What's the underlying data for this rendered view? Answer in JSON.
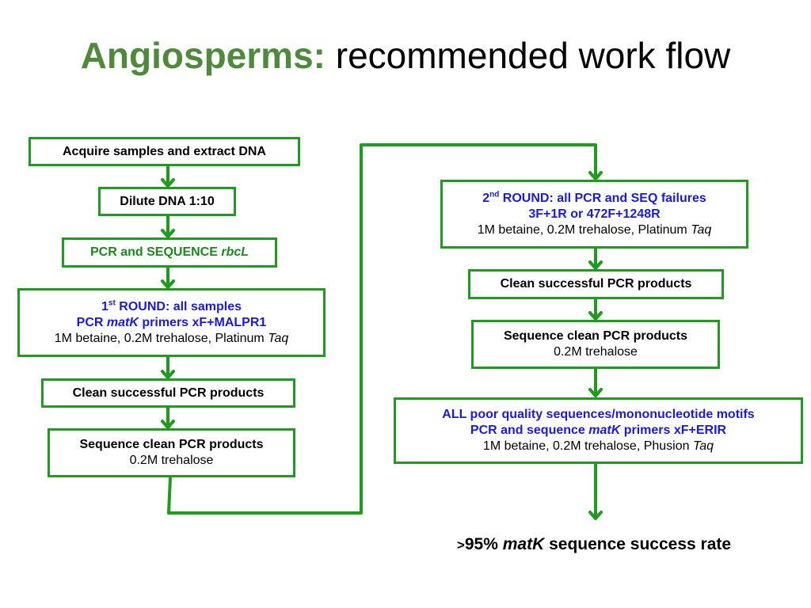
{
  "title": {
    "keyword": "Angiosperms:",
    "rest": " recommended work flow"
  },
  "colors": {
    "box_border": "#1f9c1f",
    "arrow": "#1f9c1f",
    "title_keyword": "#4f8a3c",
    "blue_text": "#1a1adc",
    "green_text": "#1a8a1a"
  },
  "left": {
    "acquire": "Acquire samples and extract DNA",
    "dilute": "Dilute DNA 1:10",
    "pcr_rbcl": {
      "pre": "PCR and SEQUENCE ",
      "gene": "rbcL"
    },
    "round1": {
      "num": "1",
      "sup": "st",
      "line1": " ROUND: all samples",
      "line2_pre": "PCR ",
      "line2_gene": "matK",
      "line2_post": " primers xF+MALPR1",
      "line3_pre": "1M betaine, 0.2M trehalose, Platinum ",
      "line3_italic": "Taq"
    },
    "clean": "Clean successful PCR products",
    "sequence": {
      "line1": "Sequence clean PCR products",
      "line2": "0.2M trehalose"
    }
  },
  "right": {
    "round2": {
      "num": "2",
      "sup": "nd",
      "line1": " ROUND: all PCR and SEQ failures",
      "line2": "3F+1R or 472F+1248R",
      "line3_pre": "1M betaine, 0.2M trehalose, Platinum ",
      "line3_italic": "Taq"
    },
    "clean": "Clean successful PCR products",
    "sequence": {
      "line1": "Sequence clean PCR products",
      "line2": "0.2M trehalose"
    },
    "poor": {
      "line1": "ALL poor quality sequences/mononucleotide motifs",
      "line2_pre": "PCR and sequence ",
      "line2_gene": "matK",
      "line2_post": " primers xF+ERIR",
      "line3_pre": "1M betaine, 0.2M trehalose, Phusion ",
      "line3_italic": "Taq"
    }
  },
  "result": {
    "prefix": ">",
    "pct": "95% ",
    "gene": "matK",
    "post": " sequence success rate"
  }
}
